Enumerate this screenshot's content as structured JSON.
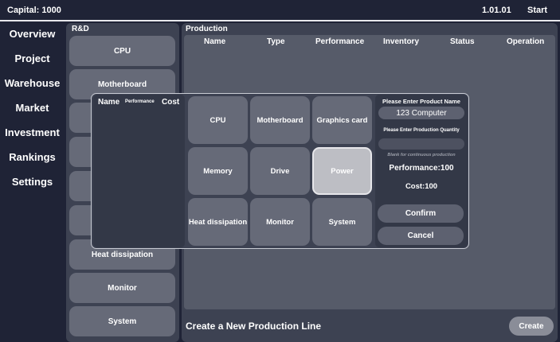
{
  "topbar": {
    "capital": "Capital: 1000",
    "date": "1.01.01",
    "start_label": "Start"
  },
  "nav": [
    "Overview",
    "Project",
    "Warehouse",
    "Market",
    "Investment",
    "Rankings",
    "Settings"
  ],
  "rd": {
    "title": "R&D",
    "items": [
      "CPU",
      "Motherboard",
      "",
      "",
      "",
      "",
      "Heat dissipation",
      "Monitor",
      "System"
    ]
  },
  "production": {
    "title": "Production",
    "columns": [
      "Name",
      "Type",
      "Performance",
      "Inventory",
      "Status",
      "Operation"
    ],
    "create_label": "Create a New Production Line",
    "create_button": "Create"
  },
  "modal": {
    "list_headers": {
      "name": "Name",
      "performance": "Performance",
      "cost": "Cost"
    },
    "components": [
      "CPU",
      "Motherboard",
      "Graphics card",
      "Memory",
      "Drive",
      "Power",
      "Heat dissipation",
      "Monitor",
      "System"
    ],
    "selected_component": "Power",
    "product_name_label": "Please Enter Product Name",
    "product_name_value": "123 Computer",
    "quantity_label": "Please Enter Production Quantity",
    "quantity_value": "",
    "quantity_hint": "Blank for continuous production",
    "performance_text": "Performance:100",
    "cost_text": "Cost:100",
    "confirm_label": "Confirm",
    "cancel_label": "Cancel"
  },
  "colors": {
    "background": "#1f2336",
    "panel": "#3d4252",
    "button": "#666a78",
    "selected": "#bdbec4"
  }
}
